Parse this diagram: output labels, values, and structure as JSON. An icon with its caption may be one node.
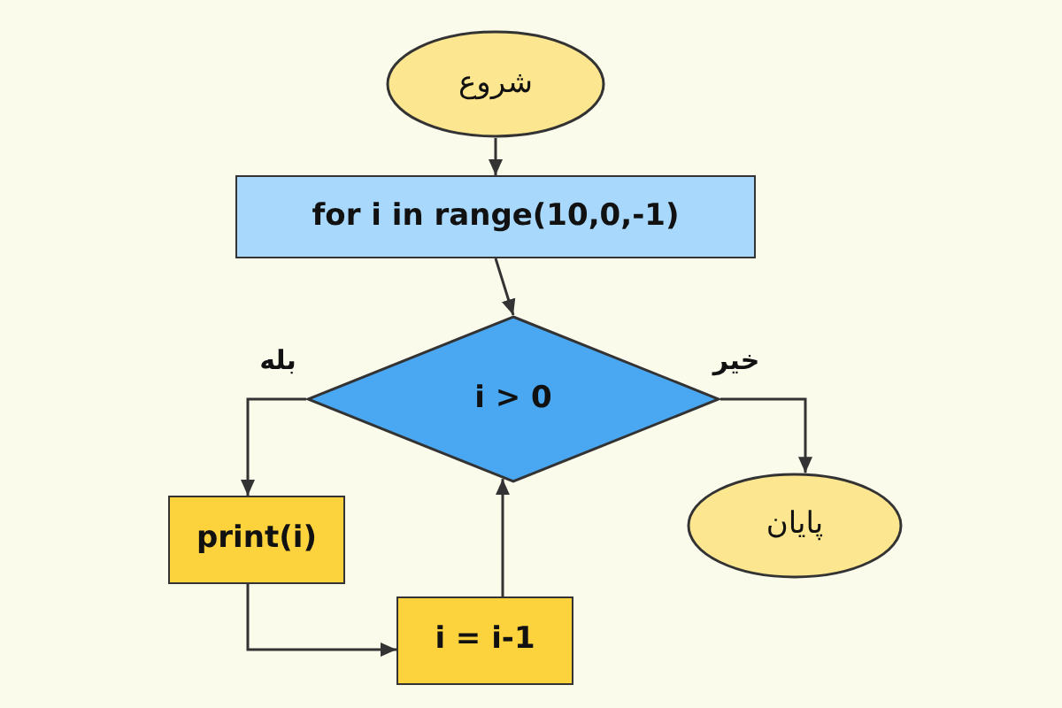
{
  "diagram": {
    "nodes": [
      {
        "text": [
          "شروع"
        ]
      },
      {
        "text": [
          "for i in range(10,0,-1)"
        ]
      },
      {
        "text": [
          "i > 0"
        ]
      },
      {
        "text": [
          "print(i)"
        ]
      },
      {
        "text": [
          "i = i-1"
        ]
      },
      {
        "text": [
          "پایان"
        ]
      }
    ],
    "edges": [
      {
        "from": 0,
        "to": 1,
        "arrow": "to"
      },
      {
        "from": 1,
        "to": 2,
        "arrow": "to"
      },
      {
        "from": 2,
        "to": 3,
        "arrow": "to",
        "label": "بله"
      },
      {
        "from": 2,
        "to": 5,
        "arrow": "to",
        "label": "خیر"
      },
      {
        "from": 3,
        "to": 4,
        "arrow": "to"
      },
      {
        "from": 4,
        "to": 2,
        "arrow": "to"
      }
    ]
  }
}
